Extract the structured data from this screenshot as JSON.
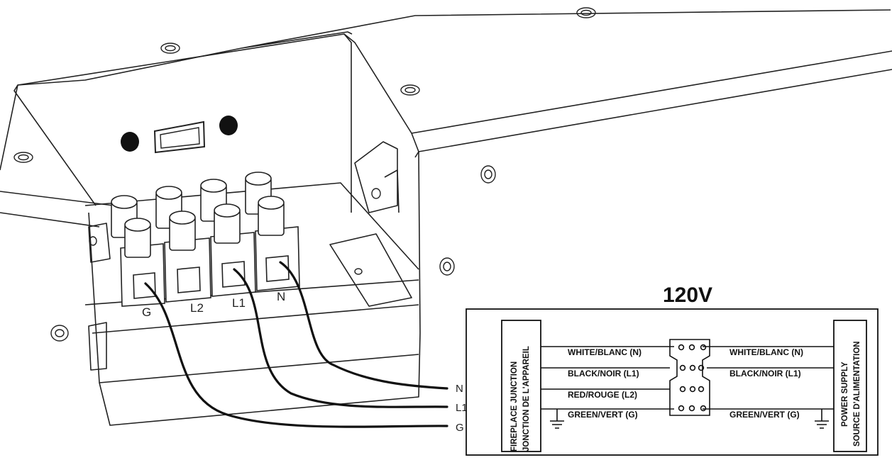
{
  "drawing": {
    "terminals": [
      "G",
      "L2",
      "L1",
      "N"
    ],
    "wire_ends": [
      "N",
      "L1",
      "G"
    ]
  },
  "schematic": {
    "voltage": "120V",
    "left_box": [
      "FIREPLACE JUNCTION",
      "JONCTION DE L'APPAREIL"
    ],
    "right_box": [
      "POWER SUPPLY",
      "SOURCE D'ALIMENTATION"
    ],
    "left_wires": [
      "WHITE/BLANC (N)",
      "BLACK/NOIR (L1)",
      "RED/ROUGE (L2)",
      "GREEN/VERT (G)"
    ],
    "right_wires": [
      "WHITE/BLANC (N)",
      "BLACK/NOIR (L1)",
      "GREEN/VERT (G)"
    ]
  }
}
